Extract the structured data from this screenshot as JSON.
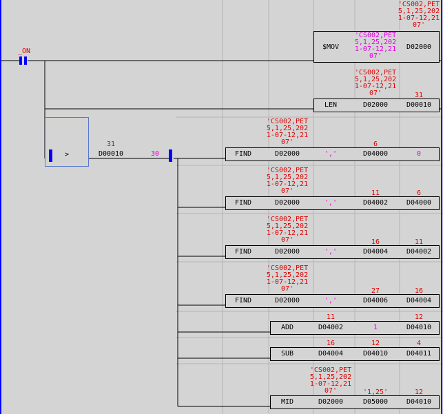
{
  "colors": {
    "background": "#d4d4d4",
    "value": "#e00000",
    "const": "#e000e0",
    "contact": "#0000ff",
    "grid": "#b4b4b4"
  },
  "rung1": {
    "contact_label": "_ON",
    "movs": {
      "op": "$MOV",
      "src": "'CS002,PET\n5,1,25,202\n1-07-12,21\n07'",
      "dst": "D02000",
      "dst_value": "'CS002,PET\n5,1,25,202\n1-07-12,21\n07'"
    },
    "len": {
      "op": "LEN",
      "src": "D02000",
      "src_value": "'CS002,PET\n5,1,25,202\n1-07-12,21\n07'",
      "dst": "D00010",
      "dst_value": "31"
    }
  },
  "rung2": {
    "compare": {
      "op": ">",
      "operand": "D00010",
      "operand_value": "31",
      "const": "30"
    },
    "instructions": [
      {
        "op": "FIND",
        "a": "D02000",
        "a_value": "'CS002,PET\n5,1,25,202\n1-07-12,21\n07'",
        "b": "','",
        "c": "D04000",
        "c_value": "6",
        "d": "0"
      },
      {
        "op": "FIND",
        "a": "D02000",
        "a_value": "'CS002,PET\n5,1,25,202\n1-07-12,21\n07'",
        "b": "','",
        "c": "D04002",
        "c_value": "11",
        "d": "D04000",
        "d_value": "6"
      },
      {
        "op": "FIND",
        "a": "D02000",
        "a_value": "'CS002,PET\n5,1,25,202\n1-07-12,21\n07'",
        "b": "','",
        "c": "D04004",
        "c_value": "16",
        "d": "D04002",
        "d_value": "11"
      },
      {
        "op": "FIND",
        "a": "D02000",
        "a_value": "'CS002,PET\n5,1,25,202\n1-07-12,21\n07'",
        "b": "','",
        "c": "D04006",
        "c_value": "27",
        "d": "D04004",
        "d_value": "16"
      },
      {
        "op": "ADD",
        "a": "D04002",
        "a_value": "11",
        "b": "1",
        "c": "D04010",
        "c_value": "12"
      },
      {
        "op": "SUB",
        "a": "D04004",
        "a_value": "16",
        "b": "D04010",
        "b_value": "12",
        "c": "D04011",
        "c_value": "4"
      },
      {
        "op": "MID",
        "a": "D02000",
        "a_value": "'CS002,PET\n5,1,25,202\n1-07-12,21\n07'",
        "b": "D05000",
        "b_value": "'1,25'",
        "c": "D04010",
        "c_value": "12"
      }
    ]
  }
}
